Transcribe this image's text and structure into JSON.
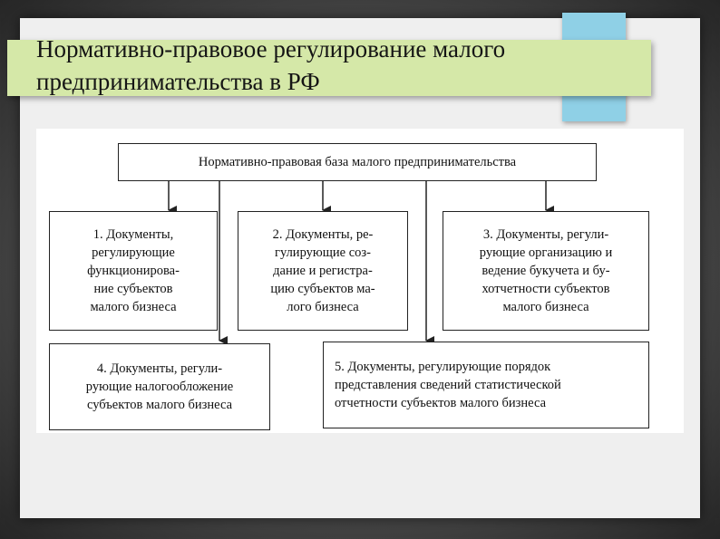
{
  "slide": {
    "title": "Нормативно-правовое регулирование малого\nпредпринимательства в РФ"
  },
  "diagram": {
    "root": "Нормативно-правовая база малого предпринимательства",
    "boxes": [
      "1. Документы,\nрегулирующие\nфункционирова-\nние субъектов\nмалого бизнеса",
      "2. Документы, ре-\nгулирующие соз-\nдание и регистра-\nцию субъектов ма-\nлого бизнеса",
      "3. Документы, регули-\nрующие организацию и\nведение букучета и бу-\nхотчетности  субъектов\nмалого бизнеса",
      "4. Документы, регули-\nрующие налогообложение\nсубъектов малого бизнеса",
      "5. Документы, регулирующие порядок\nпредставления сведений статистической\nотчетности субъектов малого бизнеса"
    ]
  },
  "colors": {
    "title_band": "#d5e8a8",
    "accent": "#8fd0e6"
  }
}
